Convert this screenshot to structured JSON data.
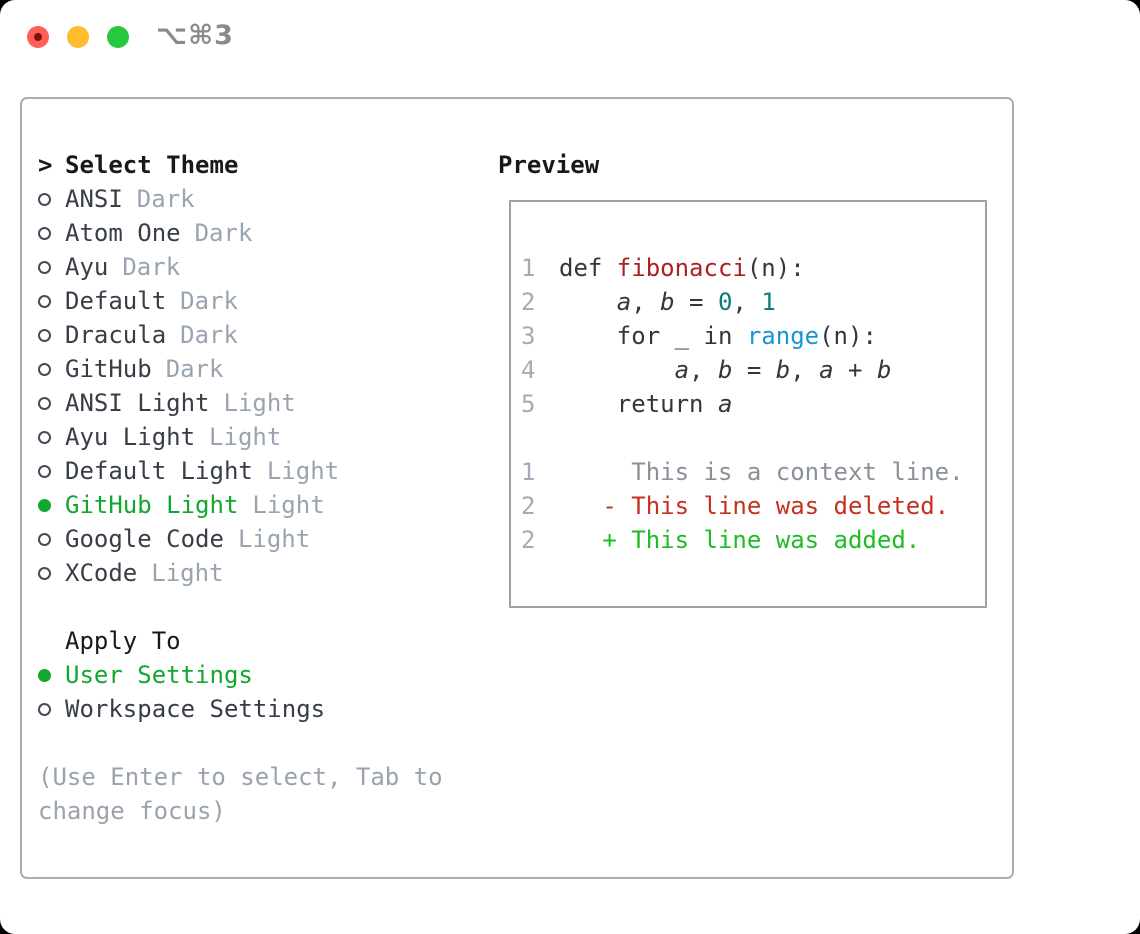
{
  "window": {
    "shortcut": "⌥⌘3",
    "buttons": [
      {
        "name": "close"
      },
      {
        "name": "minimize"
      },
      {
        "name": "zoom"
      }
    ]
  },
  "theme_menu": {
    "prompt": ">",
    "title": "Select Theme",
    "items": [
      {
        "label": "ANSI",
        "variant": "Dark",
        "selected": false
      },
      {
        "label": "Atom One",
        "variant": "Dark",
        "selected": false
      },
      {
        "label": "Ayu",
        "variant": "Dark",
        "selected": false
      },
      {
        "label": "Default",
        "variant": "Dark",
        "selected": false
      },
      {
        "label": "Dracula",
        "variant": "Dark",
        "selected": false
      },
      {
        "label": "GitHub",
        "variant": "Dark",
        "selected": false
      },
      {
        "label": "ANSI Light",
        "variant": "Light",
        "selected": false
      },
      {
        "label": "Ayu Light",
        "variant": "Light",
        "selected": false
      },
      {
        "label": "Default Light",
        "variant": "Light",
        "selected": false
      },
      {
        "label": "GitHub Light",
        "variant": "Light",
        "selected": true
      },
      {
        "label": "Google Code",
        "variant": "Light",
        "selected": false
      },
      {
        "label": "XCode",
        "variant": "Light",
        "selected": false
      }
    ]
  },
  "apply_to": {
    "title": "Apply To",
    "options": [
      {
        "label": "User Settings",
        "selected": true
      },
      {
        "label": "Workspace Settings",
        "selected": false
      }
    ]
  },
  "hint": "(Use Enter to select, Tab to change focus)",
  "preview": {
    "title": "Preview",
    "code_lines": [
      {
        "num": "1",
        "tokens": [
          {
            "t": "def ",
            "c": "pln"
          },
          {
            "t": "fibonacci",
            "c": "fn"
          },
          {
            "t": "(n):",
            "c": "pln"
          }
        ]
      },
      {
        "num": "2",
        "tokens": [
          {
            "t": "    ",
            "c": "pln"
          },
          {
            "t": "a",
            "c": "var"
          },
          {
            "t": ", ",
            "c": "pln"
          },
          {
            "t": "b",
            "c": "var"
          },
          {
            "t": " = ",
            "c": "pln"
          },
          {
            "t": "0",
            "c": "lit"
          },
          {
            "t": ", ",
            "c": "pln"
          },
          {
            "t": "1",
            "c": "lit"
          }
        ]
      },
      {
        "num": "3",
        "tokens": [
          {
            "t": "    for _ in ",
            "c": "pln"
          },
          {
            "t": "range",
            "c": "bi"
          },
          {
            "t": "(n):",
            "c": "pln"
          }
        ]
      },
      {
        "num": "4",
        "tokens": [
          {
            "t": "        ",
            "c": "pln"
          },
          {
            "t": "a",
            "c": "var"
          },
          {
            "t": ", ",
            "c": "pln"
          },
          {
            "t": "b",
            "c": "var"
          },
          {
            "t": " = ",
            "c": "pln"
          },
          {
            "t": "b",
            "c": "var"
          },
          {
            "t": ", ",
            "c": "pln"
          },
          {
            "t": "a",
            "c": "var"
          },
          {
            "t": " + ",
            "c": "pln"
          },
          {
            "t": "b",
            "c": "var"
          }
        ]
      },
      {
        "num": "5",
        "tokens": [
          {
            "t": "    return ",
            "c": "pln"
          },
          {
            "t": "a",
            "c": "var"
          }
        ]
      },
      {
        "num": "",
        "tokens": []
      },
      {
        "num": "1",
        "tokens": [
          {
            "t": "     This is a context line.",
            "c": "ctx"
          }
        ]
      },
      {
        "num": "2",
        "tokens": [
          {
            "t": "   - This line was deleted.",
            "c": "del"
          }
        ]
      },
      {
        "num": "2",
        "tokens": [
          {
            "t": "   + This line was added.",
            "c": "add"
          }
        ]
      }
    ]
  },
  "colors": {
    "accent_green": "#13a72f",
    "titlebar_red": "#ff5f57",
    "titlebar_yellow": "#febc2e",
    "titlebar_green": "#28c840",
    "text_primary": "#383e47",
    "text_header": "#17191c",
    "text_muted": "#9aa4b0",
    "hint_color": "#9aa2ac",
    "line_number": "#a3abb6",
    "code_plain": "#32373e",
    "code_function": "#a82320",
    "code_literal": "#0d7d74",
    "code_builtin": "#1795d4",
    "diff_context": "#8b9199",
    "diff_deleted": "#c5311f",
    "diff_added": "#1dbd24",
    "panel_border": "#a7aeb8",
    "preview_border": "#99a1ab"
  }
}
